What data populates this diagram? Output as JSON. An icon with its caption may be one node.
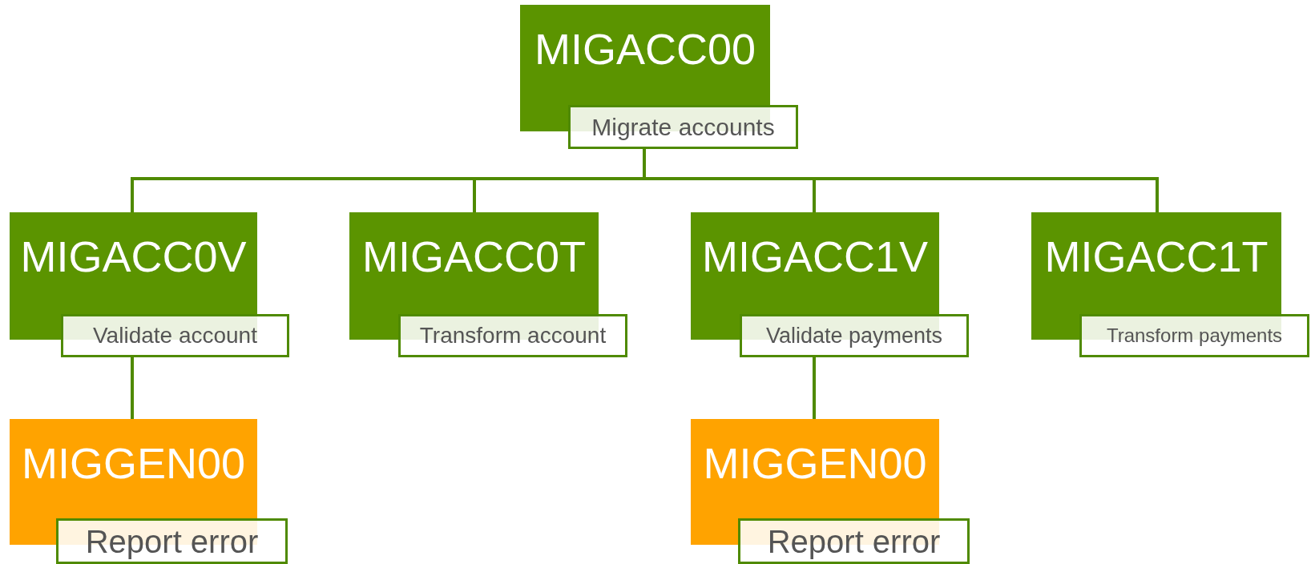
{
  "diagram": {
    "nodes": [
      {
        "text": [
          "MIGACC00",
          "Migrate accounts"
        ]
      },
      {
        "text": [
          "MIGACC0V",
          "Validate account"
        ]
      },
      {
        "text": [
          "MIGACC0T",
          "Transform account"
        ]
      },
      {
        "text": [
          "MIGACC1V",
          "Validate payments"
        ]
      },
      {
        "text": [
          "MIGACC1T",
          "Transform payments"
        ]
      },
      {
        "text": [
          "MIGGEN00",
          "Report error"
        ]
      },
      {
        "text": [
          "MIGGEN00",
          "Report error"
        ]
      }
    ],
    "edges": [
      {
        "from": 0,
        "to": 1,
        "arrow": "none"
      },
      {
        "from": 0,
        "to": 2,
        "arrow": "none"
      },
      {
        "from": 0,
        "to": 3,
        "arrow": "none"
      },
      {
        "from": 0,
        "to": 4,
        "arrow": "none"
      },
      {
        "from": 1,
        "to": 5,
        "arrow": "none"
      },
      {
        "from": 3,
        "to": 6,
        "arrow": "none"
      }
    ]
  }
}
